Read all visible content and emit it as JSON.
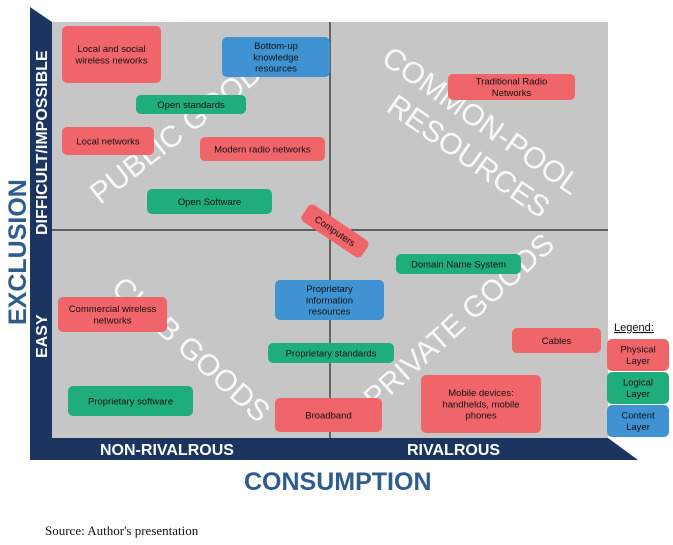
{
  "axes": {
    "x_title": "CONSUMPTION",
    "y_title": "EXCLUSION",
    "x_left": "NON-RIVALROUS",
    "x_right": "RIVALROUS",
    "y_top": "DIFFICULT/IMPOSSIBLE",
    "y_bottom": "EASY"
  },
  "quadrants": {
    "top_left": "PUBLIC GOODS",
    "top_right_line1": "COMMON-POOL",
    "top_right_line2": "RESOURCES",
    "bottom_left": "CLUB GOODS",
    "bottom_right": "PRIVATE GOODS"
  },
  "items": [
    {
      "lines": [
        "Local and social",
        "wireless neworks"
      ],
      "layer": "physical"
    },
    {
      "lines": [
        "Bottom-up",
        "knowledge",
        "resources"
      ],
      "layer": "content"
    },
    {
      "lines": [
        "Open standards"
      ],
      "layer": "logical"
    },
    {
      "lines": [
        "Local networks"
      ],
      "layer": "physical"
    },
    {
      "lines": [
        "Modern radio networks"
      ],
      "layer": "physical"
    },
    {
      "lines": [
        "Open Software"
      ],
      "layer": "logical"
    },
    {
      "lines": [
        "Traditional Radio",
        "Networks"
      ],
      "layer": "physical"
    },
    {
      "lines": [
        "Computers"
      ],
      "layer": "physical"
    },
    {
      "lines": [
        "Domain Name System"
      ],
      "layer": "logical"
    },
    {
      "lines": [
        "Commercial wireless",
        "networks"
      ],
      "layer": "physical"
    },
    {
      "lines": [
        "Proprietary",
        "information",
        "resources"
      ],
      "layer": "content"
    },
    {
      "lines": [
        "Proprietary standards"
      ],
      "layer": "logical"
    },
    {
      "lines": [
        "Cables"
      ],
      "layer": "physical"
    },
    {
      "lines": [
        "Proprietary software"
      ],
      "layer": "logical"
    },
    {
      "lines": [
        "Broadband"
      ],
      "layer": "physical"
    },
    {
      "lines": [
        "Mobile devices:",
        "handhelds, mobile",
        "phones"
      ],
      "layer": "physical"
    }
  ],
  "legend": {
    "title": "Legend:",
    "entries": [
      {
        "lines": [
          "Physical",
          "Layer"
        ],
        "layer": "physical"
      },
      {
        "lines": [
          "Logical",
          "Layer"
        ],
        "layer": "logical"
      },
      {
        "lines": [
          "Content",
          "Layer"
        ],
        "layer": "content"
      }
    ]
  },
  "colors": {
    "physical": "#f0656a",
    "logical": "#1fad7c",
    "content": "#3f93d3",
    "frame": "#1b3560",
    "plot_bg": "#c6c6c6",
    "x_title": "#2d5c8d"
  },
  "source": "Source: Author's presentation"
}
